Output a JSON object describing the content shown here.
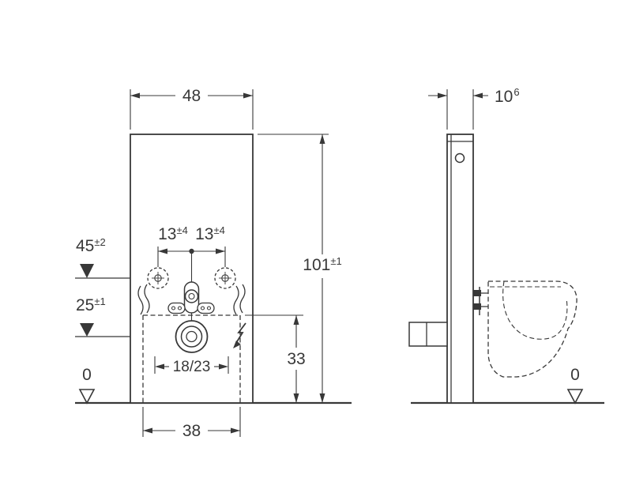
{
  "drawing": {
    "type": "technical-dimension-drawing",
    "colors": {
      "line": "#383838",
      "text": "#383838",
      "background": "#ffffff"
    },
    "front_view": {
      "dim_width_top": "48",
      "dim_height_main": "101",
      "dim_height_tol": "±1",
      "dim_hole_left_main": "13",
      "dim_hole_left_tol": "±4",
      "dim_hole_right_main": "13",
      "dim_hole_right_tol": "±4",
      "dim_anchor_level_main": "45",
      "dim_anchor_level_tol": "±2",
      "dim_drain_level_main": "25",
      "dim_drain_level_tol": "±1",
      "dim_floor_level": "0",
      "dim_outlet_height": "33",
      "dim_outlet_offset": "18/23",
      "dim_width_bottom": "38"
    },
    "side_view": {
      "dim_depth_main": "10",
      "dim_depth_sup": "6",
      "dim_floor_level": "0"
    }
  }
}
